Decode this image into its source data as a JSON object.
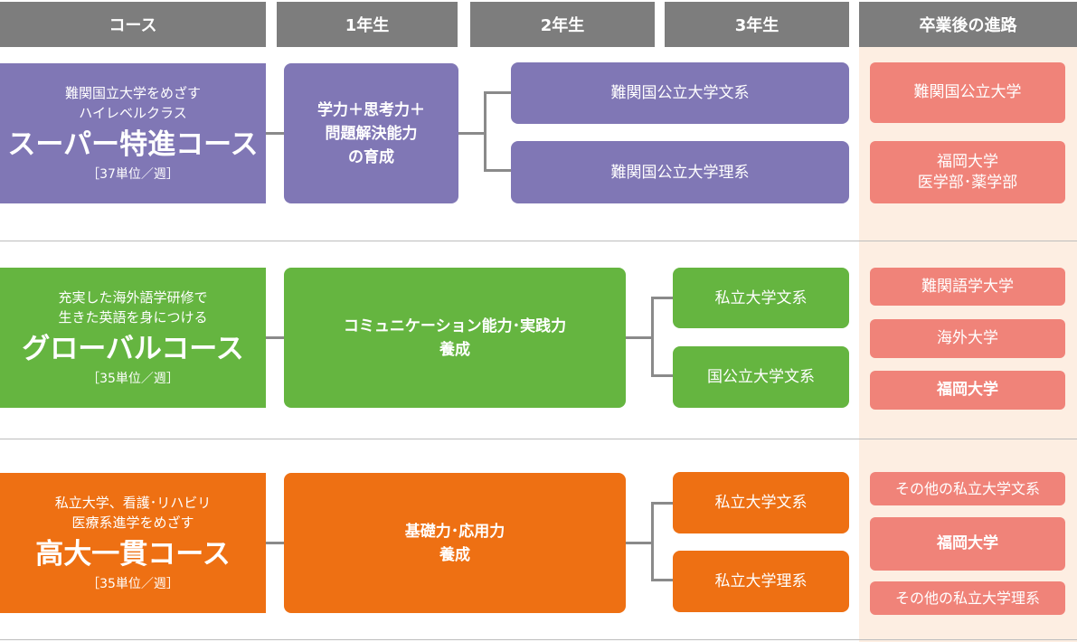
{
  "headers": [
    "コース",
    "1年生",
    "2年生",
    "3年生",
    "卒業後の進路"
  ],
  "courses": [
    {
      "sub1": "難関国立大学をめざす",
      "sub2": "ハイレベルクラス",
      "name": "スーパー特進コース",
      "units": "［37単位／週］",
      "year1": [
        "学力＋思考力＋",
        "問題解決能力",
        "の育成"
      ],
      "tracks": [
        "難関国公立大学文系",
        "難関国公立大学理系"
      ],
      "destinations": [
        [
          "難関国公立大学"
        ],
        [
          "福岡大学",
          "医学部･薬学部"
        ]
      ]
    },
    {
      "sub1": "充実した海外語学研修で",
      "sub2": "生きた英語を身につける",
      "name": "グローバルコース",
      "units": "［35単位／週］",
      "year1": [
        "コミュニケーション能力･実践力",
        "養成"
      ],
      "tracks": [
        "私立大学文系",
        "国公立大学文系"
      ],
      "destinations": [
        [
          "難関語学大学"
        ],
        [
          "海外大学"
        ],
        [
          "福岡大学"
        ]
      ]
    },
    {
      "sub1": "私立大学、看護･リハビリ",
      "sub2": "医療系進学をめざす",
      "name": "高大一貫コース",
      "units": "［35単位／週］",
      "year1": [
        "基礎力･応用力",
        "養成"
      ],
      "tracks": [
        "私立大学文系",
        "私立大学理系"
      ],
      "destinations": [
        [
          "その他の私立大学文系"
        ],
        [
          "福岡大学"
        ],
        [
          "その他の私立大学理系"
        ]
      ]
    }
  ],
  "colors": {
    "header": "#7d7d7d",
    "super_tokushin": "#8077b5",
    "global": "#65b540",
    "koudai_ikkan": "#ee7013",
    "destination": "#f08379",
    "destination_bg": "#fdeee2"
  }
}
